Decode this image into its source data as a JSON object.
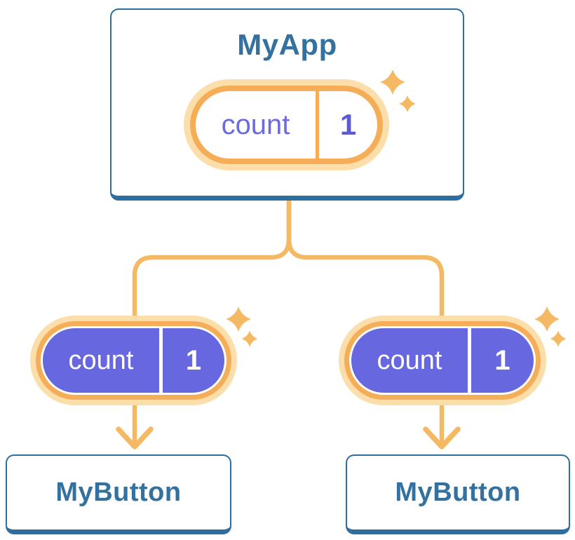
{
  "root_card": {
    "label": "MyApp"
  },
  "root_state": {
    "key": "count",
    "value": "1"
  },
  "left_state": {
    "key": "count",
    "value": "1"
  },
  "right_state": {
    "key": "count",
    "value": "1"
  },
  "left_card": {
    "label": "MyButton"
  },
  "right_card": {
    "label": "MyButton"
  },
  "icons": {
    "sparkles": "sparkles-icon",
    "arrow_down": "arrow-down-icon"
  },
  "colors": {
    "card_border_blue": "#2D6E9E",
    "label_blue": "#35719F",
    "pill_ring_orange": "#F5AE57",
    "pill_halo_orange": "#FCDEAA",
    "connector_orange": "#F6B963",
    "pill_fill_purple": "#6767E0",
    "state_key_purple": "#6B6BDF",
    "state_value_purple": "#5B5BD6",
    "state_text_white": "#FFFFFF",
    "background": "#FFFFFF"
  }
}
